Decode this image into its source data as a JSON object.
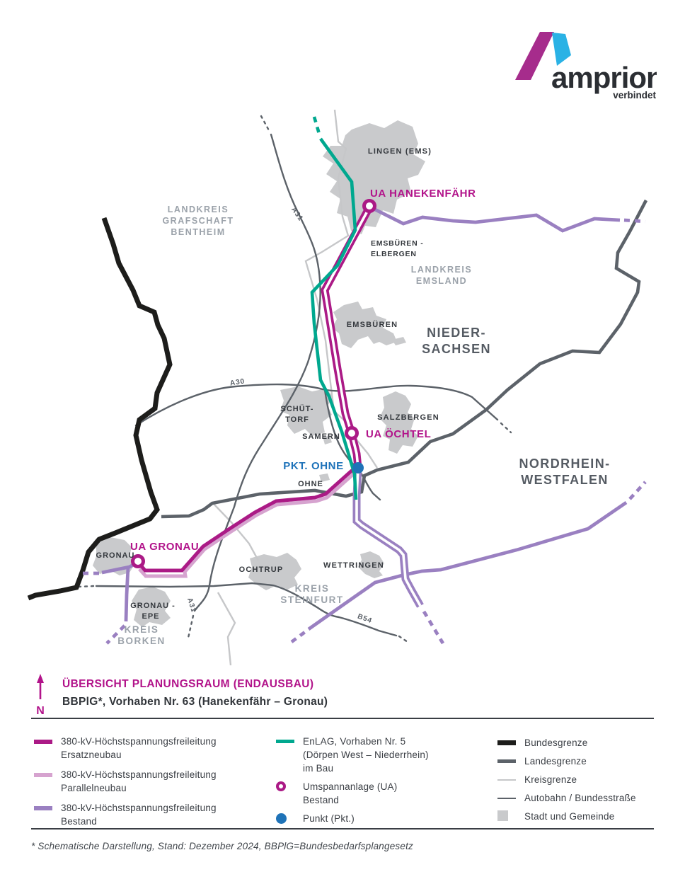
{
  "logo": {
    "brand": "amprion",
    "tagline": "verbindet",
    "magenta": "#a62c8c",
    "cyan": "#2ab2e5",
    "text_color": "#2b2e33"
  },
  "colors": {
    "ersatzneubau": "#ab1a86",
    "parallelneubau": "#d6a3cf",
    "bestand": "#9a80c1",
    "enlag": "#00a88f",
    "punkt": "#1f73b8",
    "bundesgrenze": "#1d1d1b",
    "landesgrenze": "#5c6269",
    "kreisgrenze": "#c6c7c9",
    "stadt": "#c9cacc",
    "region_label": "#9ba2aa",
    "state_label": "#555b63",
    "city_label": "#34383d",
    "accent_title": "#b2138a"
  },
  "map": {
    "labels": {
      "lingen": "LINGEN (EMS)",
      "ua_hanekenfaehr": "UA HANEKENFÄHR",
      "emsbueren_elbergen_1": "EMSBÜREN -",
      "emsbueren_elbergen_2": "ELBERGEN",
      "bentheim_1": "LANDKREIS",
      "bentheim_2": "GRAFSCHAFT",
      "bentheim_3": "BENTHEIM",
      "emsland_1": "LANDKREIS",
      "emsland_2": "EMSLAND",
      "emsbueren": "EMSBÜREN",
      "niedersachsen_1": "NIEDER-",
      "niedersachsen_2": "SACHSEN",
      "a31_north": "A31",
      "a30": "A30",
      "a31_south": "A31",
      "b54": "B54",
      "schuettorf_1": "SCHÜT-",
      "schuettorf_2": "TORF",
      "samern": "SAMERN",
      "salzbergen": "SALZBERGEN",
      "ua_oechtel": "UA ÖCHTEL",
      "pkt_ohne": "PKT. OHNE",
      "ohne": "OHNE",
      "nrw_1": "NORDRHEIN-",
      "nrw_2": "WESTFALEN",
      "ua_gronau": "UA GRONAU",
      "gronau": "GRONAU",
      "ochtrup": "OCHTRUP",
      "wettringen": "WETTRINGEN",
      "steinfurt_1": "KREIS",
      "steinfurt_2": "STEINFURT",
      "gronau_epe_1": "GRONAU -",
      "gronau_epe_2": "EPE",
      "borken_1": "KREIS",
      "borken_2": "BORKEN"
    }
  },
  "title_block": {
    "north": "N",
    "title": "ÜBERSICHT PLANUNGSRAUM (ENDAUSBAU)",
    "subtitle": "BBPlG*, Vorhaben Nr. 63 (Hanekenfähr – Gronau)"
  },
  "legend": {
    "col1": [
      {
        "swatch": "ersatzneubau-line",
        "lines": [
          "380-kV-Höchstspannungsfreileitung",
          "Ersatzneubau"
        ]
      },
      {
        "swatch": "parallelneubau-line",
        "lines": [
          "380-kV-Höchstspannungsfreileitung",
          "Parallelneubau"
        ]
      },
      {
        "swatch": "bestand-line",
        "lines": [
          "380-kV-Höchstspannungsfreileitung",
          "Bestand"
        ]
      }
    ],
    "col2": [
      {
        "swatch": "enlag-line",
        "lines": [
          "EnLAG, Vorhaben Nr. 5",
          "(Dörpen West – Niederrhein)",
          "im Bau"
        ]
      },
      {
        "swatch": "umspannanlage-ring",
        "lines": [
          "Umspannanlage (UA)",
          "Bestand"
        ]
      },
      {
        "swatch": "punkt-dot",
        "lines": [
          "Punkt (Pkt.)"
        ]
      }
    ],
    "col3": [
      {
        "swatch": "bundesgrenze-line",
        "lines": [
          "Bundesgrenze"
        ]
      },
      {
        "swatch": "landesgrenze-line",
        "lines": [
          "Landesgrenze"
        ]
      },
      {
        "swatch": "kreisgrenze-line",
        "lines": [
          "Kreisgrenze"
        ]
      },
      {
        "swatch": "autobahn-line",
        "lines": [
          "Autobahn / Bundesstraße"
        ]
      },
      {
        "swatch": "stadt-square",
        "lines": [
          "Stadt und Gemeinde"
        ]
      }
    ]
  },
  "footnote": "* Schematische Darstellung, Stand: Dezember 2024, BBPlG=Bundesbedarfsplangesetz"
}
